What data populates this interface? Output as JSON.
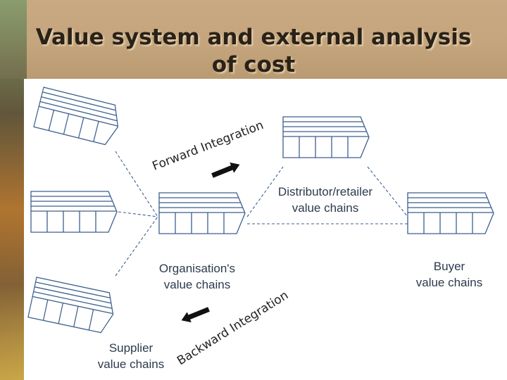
{
  "slide": {
    "title_line1": "Value system and external analysis",
    "title_line2": "of cost"
  },
  "diagram": {
    "labels": {
      "distributor_line1": "Distributor/retailer",
      "distributor_line2": "value chains",
      "organisation_line1": "Organisation's",
      "organisation_line2": "value chains",
      "buyer_line1": "Buyer",
      "buyer_line2": "value chains",
      "supplier_line1": "Supplier",
      "supplier_line2": "value chains"
    },
    "forward_integration": "Forward Integration",
    "backward_integration": "Backward Integration"
  },
  "colors": {
    "line": "#3d5f8f",
    "fill": "#ffffff",
    "label": "#2c3a4d",
    "arrow": "#111111"
  }
}
